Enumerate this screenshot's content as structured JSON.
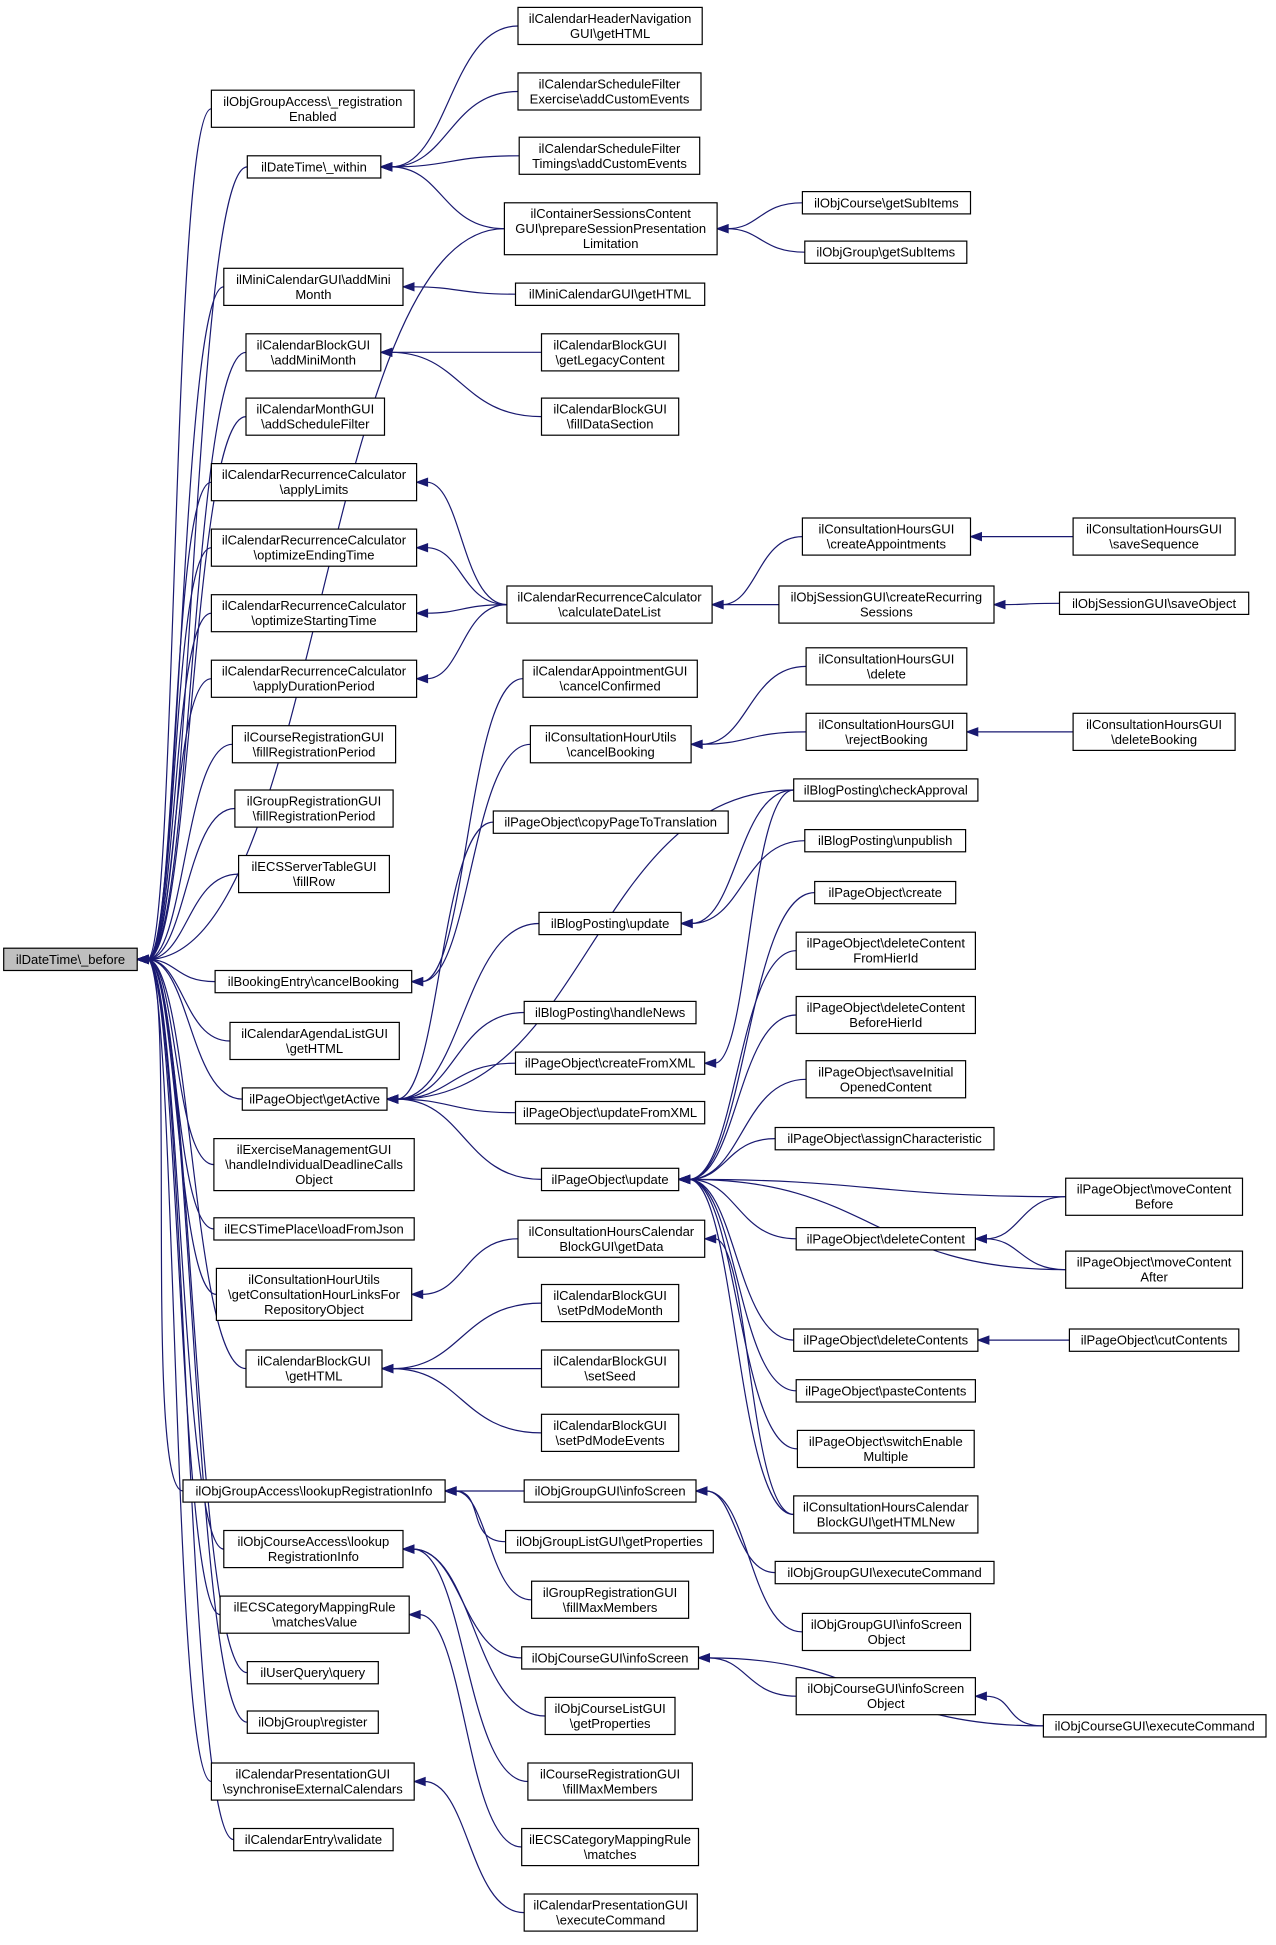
{
  "graph": {
    "root": "root",
    "nodes": [
      {
        "id": "root",
        "lines": [
          "ilDateTime\\_before"
        ],
        "root": true
      },
      {
        "id": "grpAccessReg",
        "lines": [
          "ilObjGroupAccess\\_registration",
          "Enabled"
        ]
      },
      {
        "id": "within",
        "lines": [
          "ilDateTime\\_within"
        ]
      },
      {
        "id": "miniAdd",
        "lines": [
          "ilMiniCalendarGUI\\addMini",
          "Month"
        ]
      },
      {
        "id": "blockAddMini",
        "lines": [
          "ilCalendarBlockGUI",
          "\\addMiniMonth"
        ]
      },
      {
        "id": "monthSched",
        "lines": [
          "ilCalendarMonthGUI",
          "\\addScheduleFilter"
        ]
      },
      {
        "id": "applyLimits",
        "lines": [
          "ilCalendarRecurrenceCalculator",
          "\\applyLimits"
        ]
      },
      {
        "id": "optEnd",
        "lines": [
          "ilCalendarRecurrenceCalculator",
          "\\optimizeEndingTime"
        ]
      },
      {
        "id": "optStart",
        "lines": [
          "ilCalendarRecurrenceCalculator",
          "\\optimizeStartingTime"
        ]
      },
      {
        "id": "applyDur",
        "lines": [
          "ilCalendarRecurrenceCalculator",
          "\\applyDurationPeriod"
        ]
      },
      {
        "id": "crsRegFill",
        "lines": [
          "ilCourseRegistrationGUI",
          "\\fillRegistrationPeriod"
        ]
      },
      {
        "id": "grpRegFill",
        "lines": [
          "ilGroupRegistrationGUI",
          "\\fillRegistrationPeriod"
        ]
      },
      {
        "id": "ecsFillRow",
        "lines": [
          "ilECSServerTableGUI",
          "\\fillRow"
        ]
      },
      {
        "id": "bookCancel",
        "lines": [
          "ilBookingEntry\\cancelBooking"
        ]
      },
      {
        "id": "agendaHtml",
        "lines": [
          "ilCalendarAgendaListGUI",
          "\\getHTML"
        ]
      },
      {
        "id": "pageActive",
        "lines": [
          "ilPageObject\\getActive"
        ]
      },
      {
        "id": "exMgmt",
        "lines": [
          "ilExerciseManagementGUI",
          "\\handleIndividualDeadlineCalls",
          "Object"
        ]
      },
      {
        "id": "ecsTime",
        "lines": [
          "ilECSTimePlace\\loadFromJson"
        ]
      },
      {
        "id": "chuLinks",
        "lines": [
          "ilConsultationHourUtils",
          "\\getConsultationHourLinksFor",
          "RepositoryObject"
        ]
      },
      {
        "id": "blockHtml",
        "lines": [
          "ilCalendarBlockGUI",
          "\\getHTML"
        ]
      },
      {
        "id": "grpLookup",
        "lines": [
          "ilObjGroupAccess\\lookupRegistrationInfo"
        ]
      },
      {
        "id": "crsLookup",
        "lines": [
          "ilObjCourseAccess\\lookup",
          "RegistrationInfo"
        ]
      },
      {
        "id": "ecsMatchVal",
        "lines": [
          "ilECSCategoryMappingRule",
          "\\matchesValue"
        ]
      },
      {
        "id": "userQuery",
        "lines": [
          "ilUserQuery\\query"
        ]
      },
      {
        "id": "grpRegister",
        "lines": [
          "ilObjGroup\\register"
        ]
      },
      {
        "id": "presSync",
        "lines": [
          "ilCalendarPresentationGUI",
          "\\synchroniseExternalCalendars"
        ]
      },
      {
        "id": "entryValidate",
        "lines": [
          "ilCalendarEntry\\validate"
        ]
      },
      {
        "id": "headerNav",
        "lines": [
          "ilCalendarHeaderNavigation",
          "GUI\\getHTML"
        ]
      },
      {
        "id": "schedEx",
        "lines": [
          "ilCalendarScheduleFilter",
          "Exercise\\addCustomEvents"
        ]
      },
      {
        "id": "schedTim",
        "lines": [
          "ilCalendarScheduleFilter",
          "Timings\\addCustomEvents"
        ]
      },
      {
        "id": "sessLimit",
        "lines": [
          "ilContainerSessionsContent",
          "GUI\\prepareSessionPresentation",
          "Limitation"
        ]
      },
      {
        "id": "crsSub",
        "lines": [
          "ilObjCourse\\getSubItems"
        ]
      },
      {
        "id": "grpSub",
        "lines": [
          "ilObjGroup\\getSubItems"
        ]
      },
      {
        "id": "miniHtml",
        "lines": [
          "ilMiniCalendarGUI\\getHTML"
        ]
      },
      {
        "id": "legacy",
        "lines": [
          "ilCalendarBlockGUI",
          "\\getLegacyContent"
        ]
      },
      {
        "id": "fillData",
        "lines": [
          "ilCalendarBlockGUI",
          "\\fillDataSection"
        ]
      },
      {
        "id": "calcDates",
        "lines": [
          "ilCalendarRecurrenceCalculator",
          "\\calculateDateList"
        ]
      },
      {
        "id": "chCreate",
        "lines": [
          "ilConsultationHoursGUI",
          "\\createAppointments"
        ]
      },
      {
        "id": "chSave",
        "lines": [
          "ilConsultationHoursGUI",
          "\\saveSequence"
        ]
      },
      {
        "id": "sessCreate",
        "lines": [
          "ilObjSessionGUI\\createRecurring",
          "Sessions"
        ]
      },
      {
        "id": "sessSave",
        "lines": [
          "ilObjSessionGUI\\saveObject"
        ]
      },
      {
        "id": "apptCancel",
        "lines": [
          "ilCalendarAppointmentGUI",
          "\\cancelConfirmed"
        ]
      },
      {
        "id": "chuCancel",
        "lines": [
          "ilConsultationHourUtils",
          "\\cancelBooking"
        ]
      },
      {
        "id": "chDelete",
        "lines": [
          "ilConsultationHoursGUI",
          "\\delete"
        ]
      },
      {
        "id": "chReject",
        "lines": [
          "ilConsultationHoursGUI",
          "\\rejectBooking"
        ]
      },
      {
        "id": "chDelBook",
        "lines": [
          "ilConsultationHoursGUI",
          "\\deleteBooking"
        ]
      },
      {
        "id": "copyTrans",
        "lines": [
          "ilPageObject\\copyPageToTranslation"
        ]
      },
      {
        "id": "blogCheck",
        "lines": [
          "ilBlogPosting\\checkApproval"
        ]
      },
      {
        "id": "blogUnpub",
        "lines": [
          "ilBlogPosting\\unpublish"
        ]
      },
      {
        "id": "blogUpdate",
        "lines": [
          "ilBlogPosting\\update"
        ]
      },
      {
        "id": "pageCreate",
        "lines": [
          "ilPageObject\\create"
        ]
      },
      {
        "id": "delFrom",
        "lines": [
          "ilPageObject\\deleteContent",
          "FromHierId"
        ]
      },
      {
        "id": "delBefore",
        "lines": [
          "ilPageObject\\deleteContent",
          "BeforeHierId"
        ]
      },
      {
        "id": "blogNews",
        "lines": [
          "ilBlogPosting\\handleNews"
        ]
      },
      {
        "id": "createXml",
        "lines": [
          "ilPageObject\\createFromXML"
        ]
      },
      {
        "id": "saveInit",
        "lines": [
          "ilPageObject\\saveInitial",
          "OpenedContent"
        ]
      },
      {
        "id": "updateXml",
        "lines": [
          "ilPageObject\\updateFromXML"
        ]
      },
      {
        "id": "assignChar",
        "lines": [
          "ilPageObject\\assignCharacteristic"
        ]
      },
      {
        "id": "pageUpdate",
        "lines": [
          "ilPageObject\\update"
        ]
      },
      {
        "id": "moveBefore",
        "lines": [
          "ilPageObject\\moveContent",
          "Before"
        ]
      },
      {
        "id": "delContent",
        "lines": [
          "ilPageObject\\deleteContent"
        ]
      },
      {
        "id": "chcbData",
        "lines": [
          "ilConsultationHoursCalendar",
          "BlockGUI\\getData"
        ]
      },
      {
        "id": "moveAfter",
        "lines": [
          "ilPageObject\\moveContent",
          "After"
        ]
      },
      {
        "id": "setPdMonth",
        "lines": [
          "ilCalendarBlockGUI",
          "\\setPdModeMonth"
        ]
      },
      {
        "id": "setSeed",
        "lines": [
          "ilCalendarBlockGUI",
          "\\setSeed"
        ]
      },
      {
        "id": "setPdEvents",
        "lines": [
          "ilCalendarBlockGUI",
          "\\setPdModeEvents"
        ]
      },
      {
        "id": "delContents",
        "lines": [
          "ilPageObject\\deleteContents"
        ]
      },
      {
        "id": "cutContents",
        "lines": [
          "ilPageObject\\cutContents"
        ]
      },
      {
        "id": "pasteContents",
        "lines": [
          "ilPageObject\\pasteContents"
        ]
      },
      {
        "id": "switchEnable",
        "lines": [
          "ilPageObject\\switchEnable",
          "Multiple"
        ]
      },
      {
        "id": "chcbHtmlNew",
        "lines": [
          "ilConsultationHoursCalendar",
          "BlockGUI\\getHTMLNew"
        ]
      },
      {
        "id": "grpInfo",
        "lines": [
          "ilObjGroupGUI\\infoScreen"
        ]
      },
      {
        "id": "grpListProps",
        "lines": [
          "ilObjGroupListGUI\\getProperties"
        ]
      },
      {
        "id": "grpExec",
        "lines": [
          "ilObjGroupGUI\\executeCommand"
        ]
      },
      {
        "id": "grpRegMax",
        "lines": [
          "ilGroupRegistrationGUI",
          "\\fillMaxMembers"
        ]
      },
      {
        "id": "grpInfoObj",
        "lines": [
          "ilObjGroupGUI\\infoScreen",
          "Object"
        ]
      },
      {
        "id": "crsInfo",
        "lines": [
          "ilObjCourseGUI\\infoScreen"
        ]
      },
      {
        "id": "crsInfoObj",
        "lines": [
          "ilObjCourseGUI\\infoScreen",
          "Object"
        ]
      },
      {
        "id": "crsExec",
        "lines": [
          "ilObjCourseGUI\\executeCommand"
        ]
      },
      {
        "id": "crsListProps",
        "lines": [
          "ilObjCourseListGUI",
          "\\getProperties"
        ]
      },
      {
        "id": "crsRegMax",
        "lines": [
          "ilCourseRegistrationGUI",
          "\\fillMaxMembers"
        ]
      },
      {
        "id": "ecsMatches",
        "lines": [
          "ilECSCategoryMappingRule",
          "\\matches"
        ]
      },
      {
        "id": "presExec",
        "lines": [
          "ilCalendarPresentationGUI",
          "\\executeCommand"
        ]
      }
    ],
    "edges": [
      [
        "grpAccessReg",
        "root"
      ],
      [
        "within",
        "root"
      ],
      [
        "miniAdd",
        "root"
      ],
      [
        "blockAddMini",
        "root"
      ],
      [
        "monthSched",
        "root"
      ],
      [
        "applyLimits",
        "root"
      ],
      [
        "optEnd",
        "root"
      ],
      [
        "optStart",
        "root"
      ],
      [
        "applyDur",
        "root"
      ],
      [
        "crsRegFill",
        "root"
      ],
      [
        "grpRegFill",
        "root"
      ],
      [
        "ecsFillRow",
        "root"
      ],
      [
        "bookCancel",
        "root"
      ],
      [
        "agendaHtml",
        "root"
      ],
      [
        "pageActive",
        "root"
      ],
      [
        "exMgmt",
        "root"
      ],
      [
        "ecsTime",
        "root"
      ],
      [
        "chuLinks",
        "root"
      ],
      [
        "blockHtml",
        "root"
      ],
      [
        "grpLookup",
        "root"
      ],
      [
        "crsLookup",
        "root"
      ],
      [
        "ecsMatchVal",
        "root"
      ],
      [
        "userQuery",
        "root"
      ],
      [
        "grpRegister",
        "root"
      ],
      [
        "presSync",
        "root"
      ],
      [
        "entryValidate",
        "root"
      ],
      [
        "sessLimit",
        "root"
      ],
      [
        "headerNav",
        "within"
      ],
      [
        "schedEx",
        "within"
      ],
      [
        "schedTim",
        "within"
      ],
      [
        "sessLimit",
        "within"
      ],
      [
        "crsSub",
        "sessLimit"
      ],
      [
        "grpSub",
        "sessLimit"
      ],
      [
        "miniHtml",
        "miniAdd"
      ],
      [
        "legacy",
        "blockAddMini"
      ],
      [
        "fillData",
        "blockAddMini"
      ],
      [
        "calcDates",
        "applyLimits"
      ],
      [
        "calcDates",
        "optEnd"
      ],
      [
        "calcDates",
        "optStart"
      ],
      [
        "calcDates",
        "applyDur"
      ],
      [
        "chCreate",
        "calcDates"
      ],
      [
        "sessCreate",
        "calcDates"
      ],
      [
        "chSave",
        "chCreate"
      ],
      [
        "sessSave",
        "sessCreate"
      ],
      [
        "apptCancel",
        "bookCancel"
      ],
      [
        "chuCancel",
        "bookCancel"
      ],
      [
        "chDelete",
        "chuCancel"
      ],
      [
        "chReject",
        "chuCancel"
      ],
      [
        "chDelBook",
        "chReject"
      ],
      [
        "copyTrans",
        "pageActive"
      ],
      [
        "blogCheck",
        "pageActive"
      ],
      [
        "blogUpdate",
        "pageActive"
      ],
      [
        "blogNews",
        "pageActive"
      ],
      [
        "createXml",
        "pageActive"
      ],
      [
        "updateXml",
        "pageActive"
      ],
      [
        "pageUpdate",
        "pageActive"
      ],
      [
        "blogCheck",
        "blogUpdate"
      ],
      [
        "blogUnpub",
        "blogUpdate"
      ],
      [
        "blogCheck",
        "createXml"
      ],
      [
        "pageCreate",
        "pageUpdate"
      ],
      [
        "delFrom",
        "pageUpdate"
      ],
      [
        "delBefore",
        "pageUpdate"
      ],
      [
        "saveInit",
        "pageUpdate"
      ],
      [
        "assignChar",
        "pageUpdate"
      ],
      [
        "moveBefore",
        "pageUpdate"
      ],
      [
        "delContent",
        "pageUpdate"
      ],
      [
        "moveAfter",
        "pageUpdate"
      ],
      [
        "delContents",
        "pageUpdate"
      ],
      [
        "pasteContents",
        "pageUpdate"
      ],
      [
        "switchEnable",
        "pageUpdate"
      ],
      [
        "chcbHtmlNew",
        "pageUpdate"
      ],
      [
        "moveBefore",
        "delContent"
      ],
      [
        "moveAfter",
        "delContent"
      ],
      [
        "cutContents",
        "delContents"
      ],
      [
        "chcbData",
        "chuLinks"
      ],
      [
        "chcbHtmlNew",
        "chcbData"
      ],
      [
        "setPdMonth",
        "blockHtml"
      ],
      [
        "setSeed",
        "blockHtml"
      ],
      [
        "setPdEvents",
        "blockHtml"
      ],
      [
        "grpInfo",
        "grpLookup"
      ],
      [
        "grpListProps",
        "grpLookup"
      ],
      [
        "grpRegMax",
        "grpLookup"
      ],
      [
        "grpExec",
        "grpInfo"
      ],
      [
        "grpInfoObj",
        "grpInfo"
      ],
      [
        "crsInfo",
        "crsLookup"
      ],
      [
        "crsListProps",
        "crsLookup"
      ],
      [
        "crsRegMax",
        "crsLookup"
      ],
      [
        "crsInfoObj",
        "crsInfo"
      ],
      [
        "crsExec",
        "crsInfo"
      ],
      [
        "crsExec",
        "crsInfoObj"
      ],
      [
        "ecsMatches",
        "ecsMatchVal"
      ],
      [
        "presExec",
        "presSync"
      ]
    ]
  }
}
